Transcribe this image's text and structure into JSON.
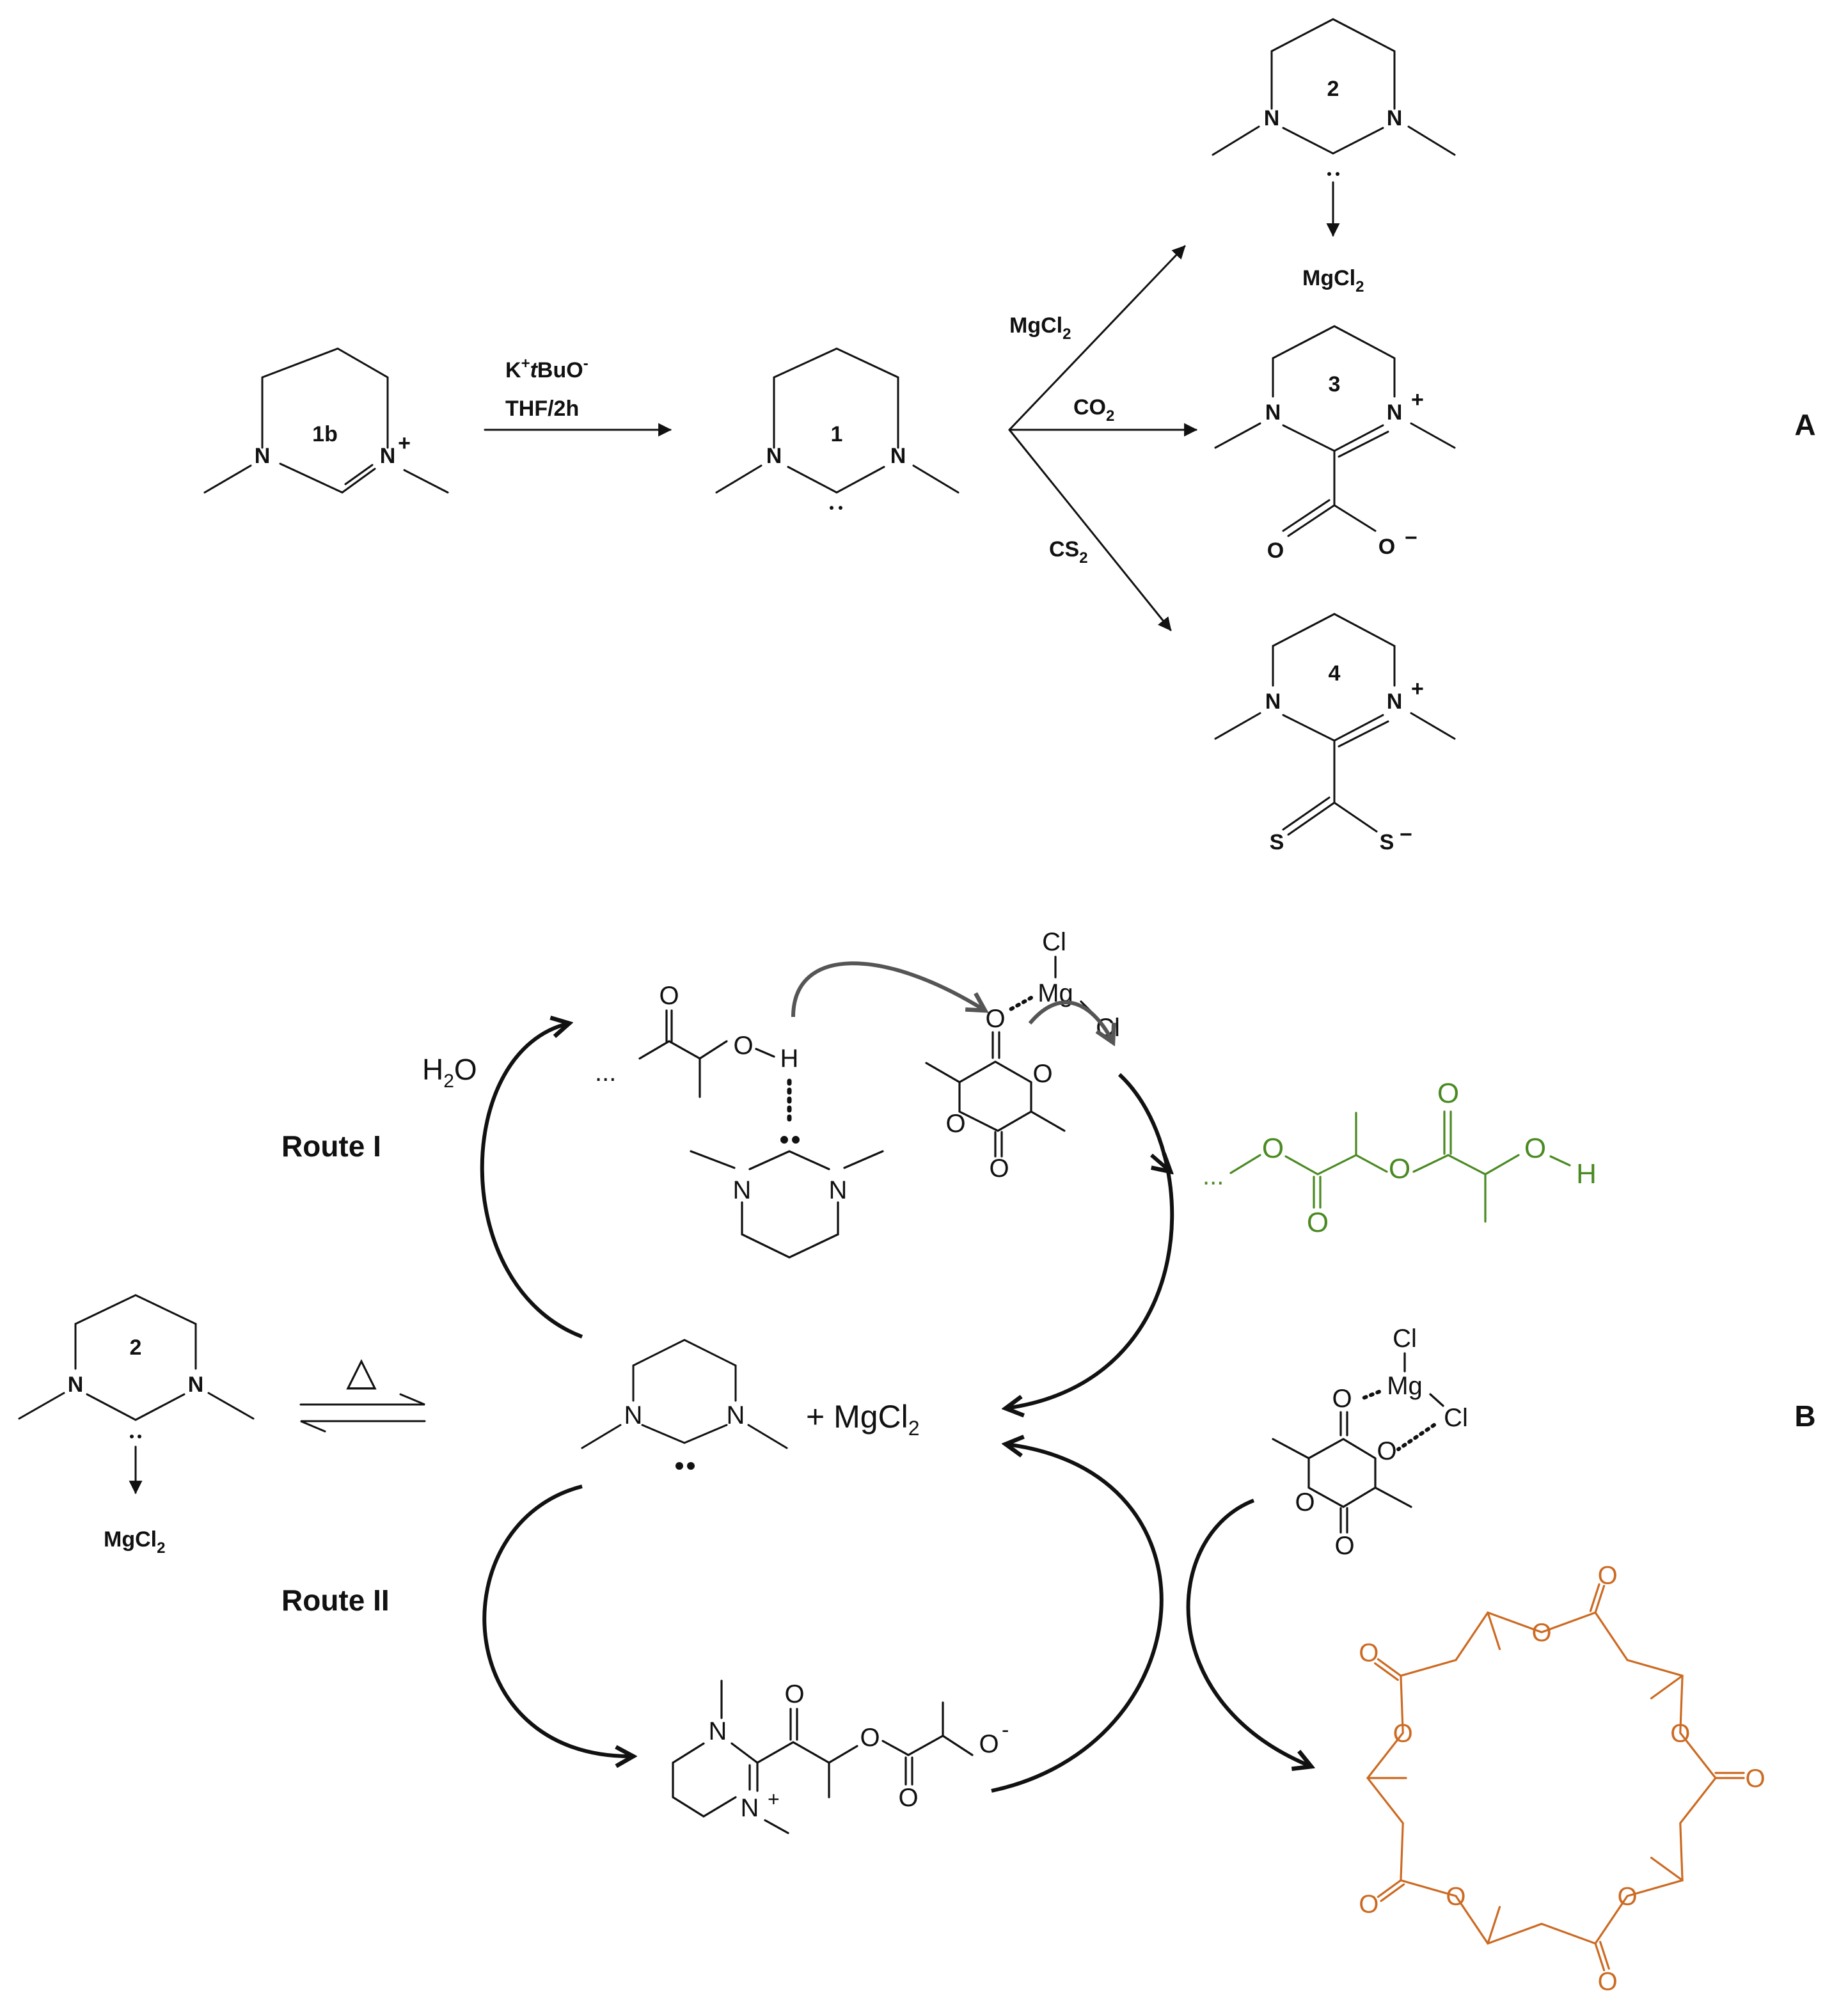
{
  "panel_labels": {
    "a": "A",
    "b": "B"
  },
  "colors": {
    "ink": "#111111",
    "arrow_grey": "#555555",
    "product_green": "#4a8a22",
    "product_orange": "#cc6a22"
  },
  "panel_a": {
    "compounds": {
      "c1b": "1b",
      "c1": "1",
      "c2": "2",
      "c3": "3",
      "c4": "4"
    },
    "reagent_top": {
      "k": "K",
      "plus": "+",
      "t": "t",
      "rest": "BuO",
      "minus": "-"
    },
    "reagent_bottom": "THF/2h",
    "branch_mgcl2": {
      "main": "MgCl",
      "sub": "2"
    },
    "branch_co2": {
      "main": "CO",
      "sub": "2"
    },
    "branch_cs2": {
      "main": "CS",
      "sub": "2"
    },
    "adduct_label": {
      "main": "MgCl",
      "sub": "2"
    },
    "atoms": {
      "n": "N",
      "plus": "+",
      "o": "O",
      "s": "S",
      "minus": "−"
    }
  },
  "panel_b": {
    "route_i": "Route I",
    "route_ii": "Route II",
    "water": {
      "h": "H",
      "sub": "2",
      "o": "O"
    },
    "delta": "△",
    "center_plus": "+ MgCl",
    "center_sub": "2",
    "adduct_label": {
      "main": "MgCl",
      "sub": "2"
    },
    "compound_2": "2",
    "atoms": {
      "n": "N",
      "o": "O",
      "h": "H",
      "cl": "Cl",
      "mg": "Mg",
      "minus": "-",
      "plus": "+",
      "dots": "...",
      "dots2": "..."
    }
  }
}
